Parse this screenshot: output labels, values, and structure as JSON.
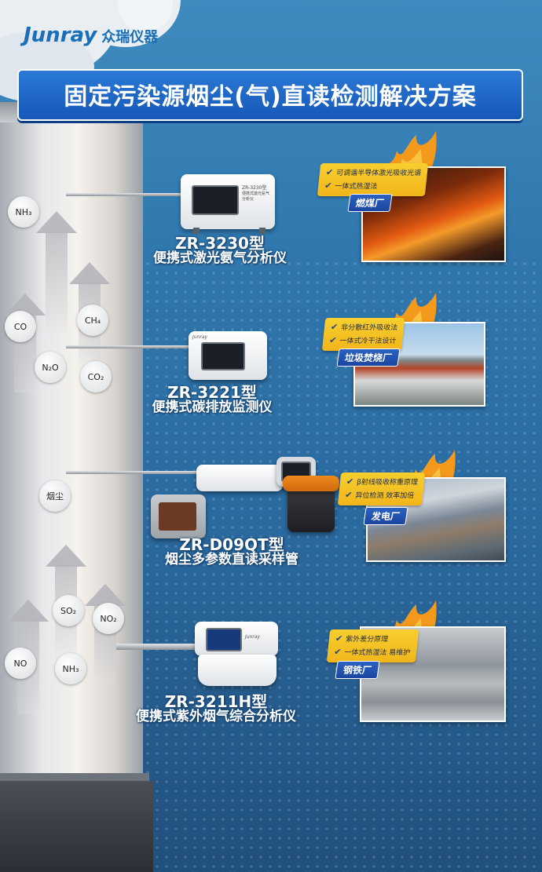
{
  "brand": {
    "logo_en": "Junray",
    "logo_cn": "众瑞仪器"
  },
  "title": "固定污染源烟尘(气)直读检测解决方案",
  "gases": {
    "nh3_top": "NH₃",
    "co": "CO",
    "ch4": "CH₄",
    "n2o": "N₂O",
    "co2": "CO₂",
    "dust": "烟尘",
    "so2": "SO₂",
    "no2": "NO₂",
    "no": "NO",
    "nh3_bottom": "NH₃"
  },
  "products": [
    {
      "model": "ZR-3230型",
      "name": "便携式激光氨气分析仪",
      "device_label": "ZR-3230型",
      "device_sub": "便携式激光氨气分析仪"
    },
    {
      "model": "ZR-3221型",
      "name": "便携式碳排放监测仪",
      "device_label": "Junray"
    },
    {
      "model": "ZR-D09QT型",
      "name": "烟尘多参数直读采样管"
    },
    {
      "model": "ZR-3211H型",
      "name": "便携式紫外烟气综合分析仪",
      "device_label": "Junray"
    }
  ],
  "applications": [
    {
      "features": [
        "可调谐半导体激光吸收光谱",
        "一体式热湿法"
      ],
      "tag": "燃煤厂"
    },
    {
      "features": [
        "非分散红外吸收法",
        "一体式冷干法设计"
      ],
      "tag": "垃圾焚烧厂"
    },
    {
      "features": [
        "β射线吸收称重原理",
        "异位检测 效率加倍"
      ],
      "tag": "发电厂"
    },
    {
      "features": [
        "紫外差分原理",
        "一体式热湿法 易维护"
      ],
      "tag": "钢铁厂"
    }
  ],
  "colors": {
    "title_bg": "#1f66c8",
    "tag_bg": "#2456b4",
    "feature_bg": "#f5c326",
    "flame": "#f39a1c"
  },
  "icons": {
    "check": "check-icon",
    "flame": "flame-icon",
    "arrow": "up-arrow-icon"
  }
}
